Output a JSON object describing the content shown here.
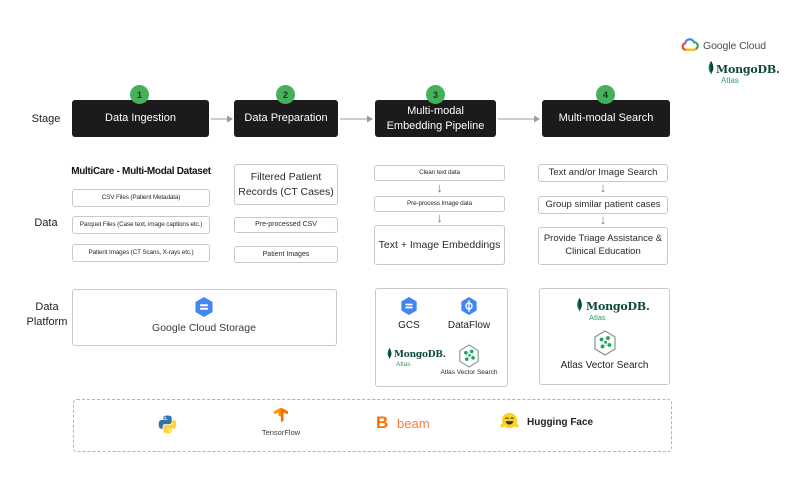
{
  "header": {
    "google_cloud": "Google Cloud",
    "mongodb": "MongoDB.",
    "atlas": "Atlas"
  },
  "row_labels": {
    "stage": "Stage",
    "data": "Data",
    "platform_line1": "Data",
    "platform_line2": "Platform"
  },
  "stages": [
    {
      "num": "1",
      "label": "Data Ingestion"
    },
    {
      "num": "2",
      "label": "Data Preparation"
    },
    {
      "num": "3",
      "label": "Multi-modal Embedding Pipeline"
    },
    {
      "num": "4",
      "label": "Multi-modal Search"
    }
  ],
  "data_row": {
    "dataset_title": "MultiCare - Multi-Modal Dataset",
    "col1": [
      "CSV Files (Patient Metadata)",
      "Parquet Files (Case text, image captions etc.)",
      "Patient Images (CT Scans, X-rays etc.)"
    ],
    "col2": [
      "Filtered Patient Records (CT Cases)",
      "Pre-processed CSV",
      "Patient Images"
    ],
    "col3": [
      "Clean text data",
      "Pre-process Image data",
      "Text + Image Embeddings"
    ],
    "col4": [
      "Text and/or Image Search",
      "Group similar patient cases",
      "Provide Triage Assistance & Clinical Education"
    ]
  },
  "platform_row": {
    "storage_label": "Google Cloud Storage",
    "embedding": {
      "gcs": "GCS",
      "dataflow": "DataFlow",
      "mongodb": "MongoDB.",
      "atlas": "Atlas",
      "vector_search": "Atlas Vector Search"
    },
    "search": {
      "mongodb": "MongoDB.",
      "atlas": "Atlas",
      "vector_search": "Atlas Vector Search"
    }
  },
  "footer": {
    "tensorflow": "TensorFlow",
    "beam": "beam",
    "huggingface": "Hugging Face"
  },
  "icons": {
    "arrow_down": "↓"
  },
  "colors": {
    "stage_bg": "#1b1b1d",
    "step_green": "#46b15a",
    "google_blue": "#4285f4",
    "mongo_leaf": "#0d6b45",
    "mongo_wordmark": "#0d4a3d",
    "atlas_green": "#2f9c5f",
    "vector_dot_green": "#17a45b",
    "tf_orange": "#ff6d00",
    "beam_orange": "#f97d43",
    "hf_yellow": "#ffd21e",
    "box_border": "#c9c9c9",
    "arrow_gray": "#9b9b9b"
  }
}
